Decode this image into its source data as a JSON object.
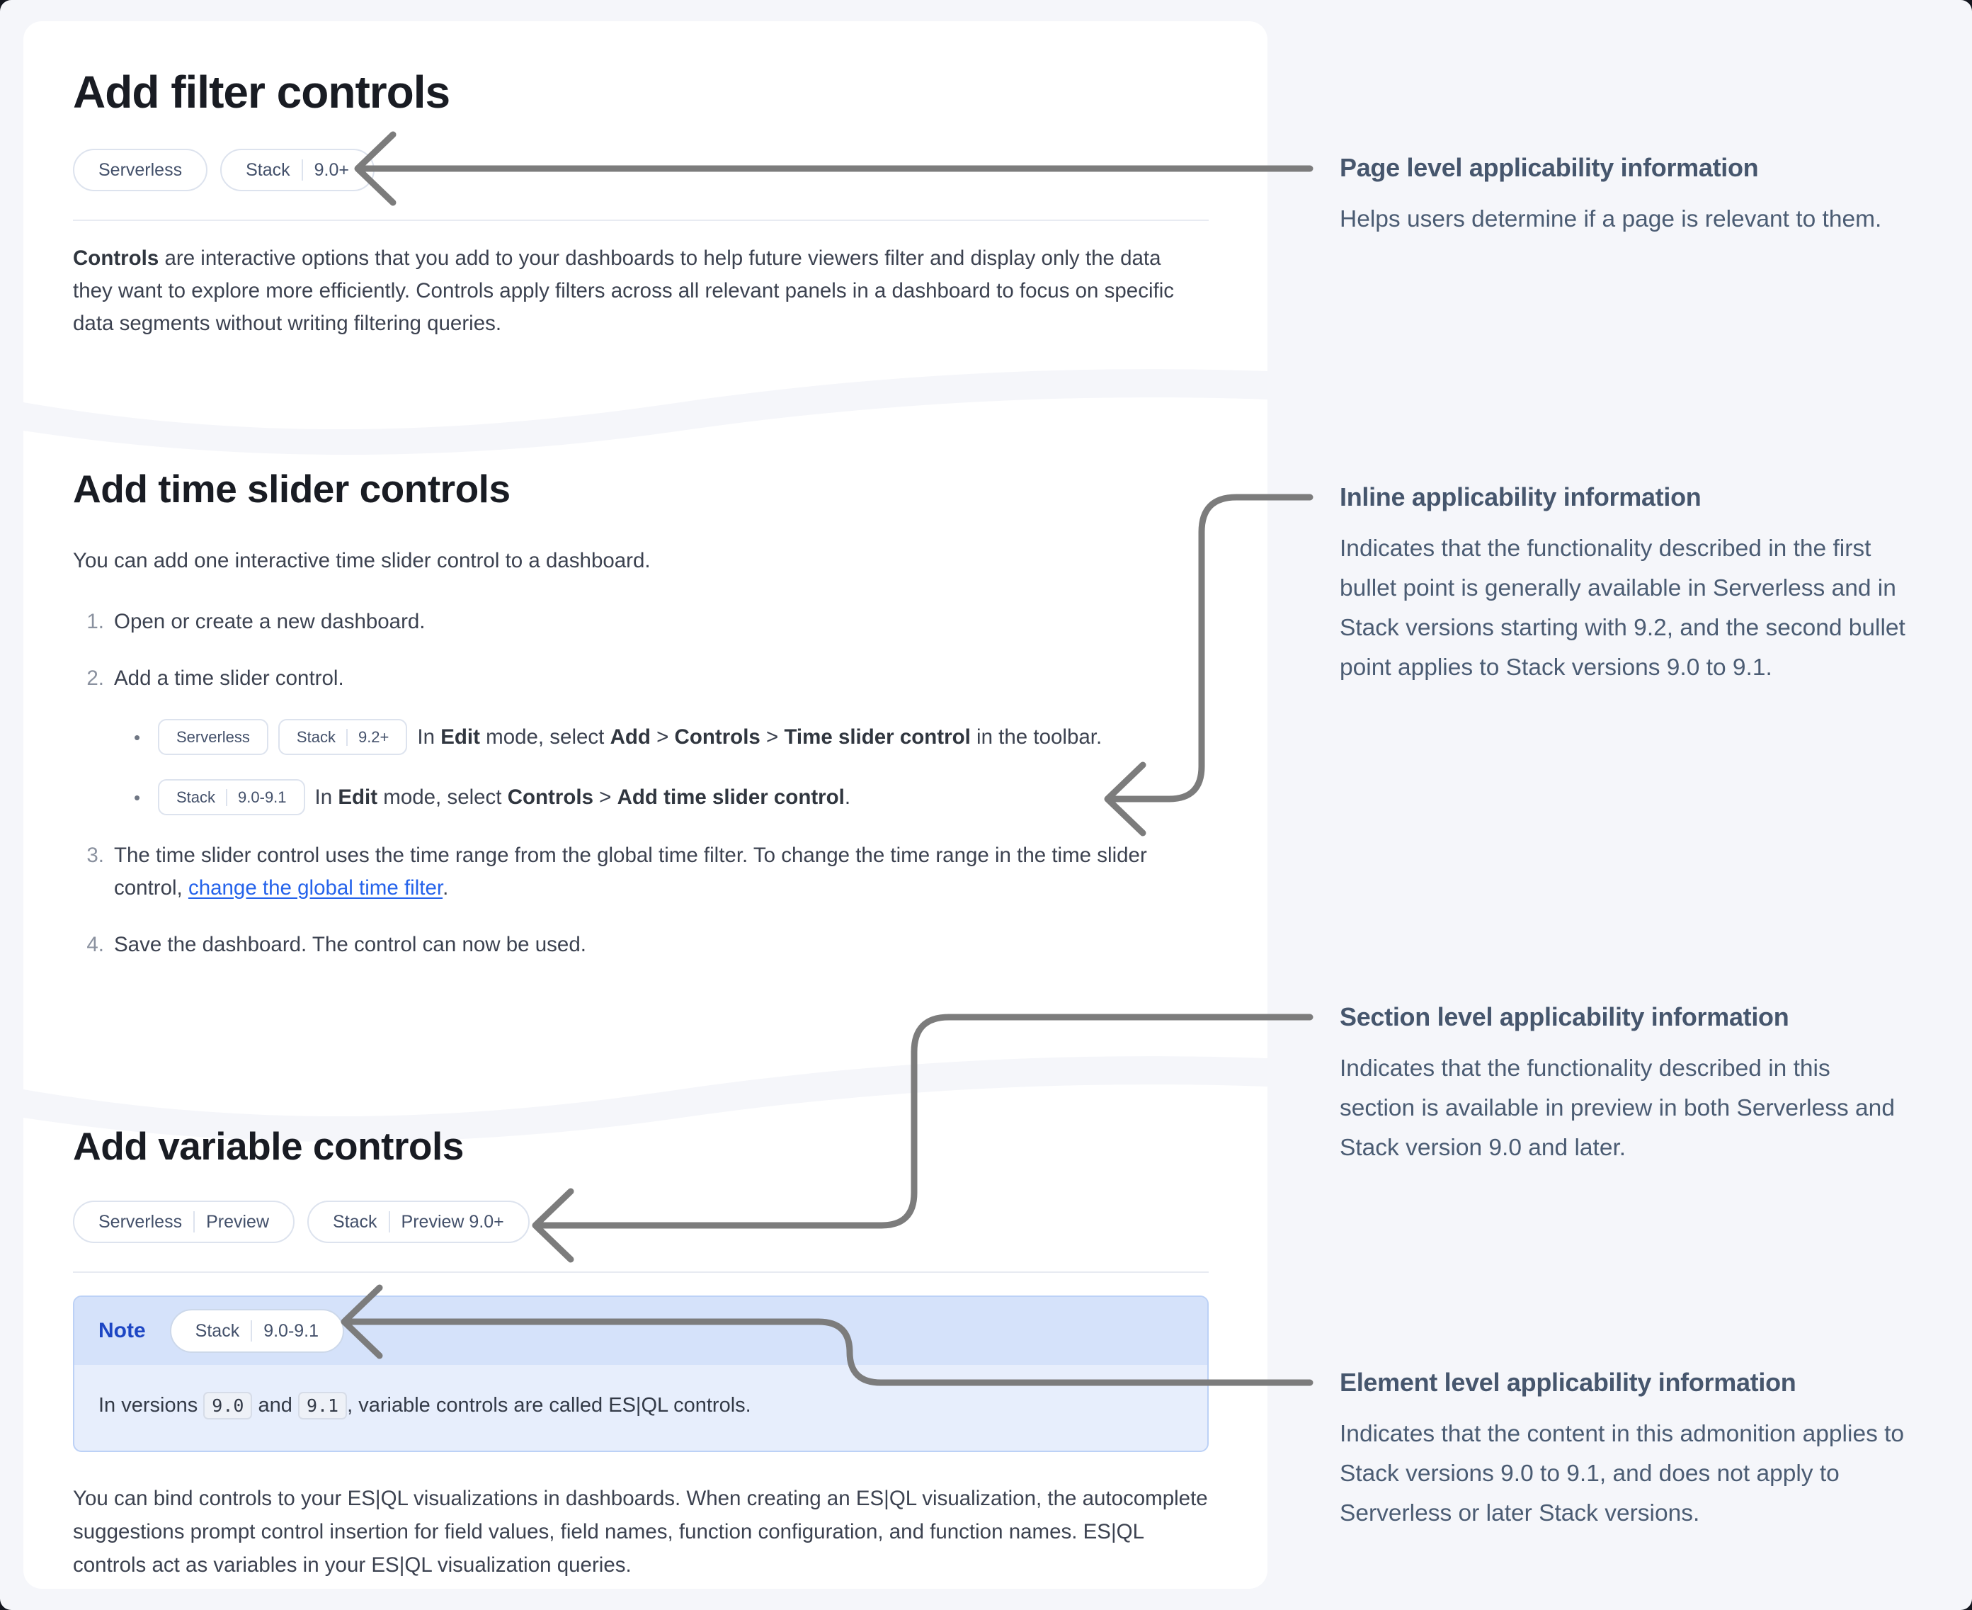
{
  "page": {
    "background": "#f5f6fa",
    "card_background": "#ffffff",
    "arrow_color": "#7c7c7c",
    "link_color": "#2563eb",
    "note_accent": "#1d46c4"
  },
  "cards": [
    {
      "title": "Add filter controls",
      "badges": [
        {
          "parts": [
            "Serverless"
          ]
        },
        {
          "parts": [
            "Stack",
            "9.0+"
          ]
        }
      ],
      "paragraph": [
        {
          "t": "Controls",
          "b": true
        },
        {
          "t": " are interactive options that you add to your dashboards to help future viewers filter and display only the data they want to explore more efficiently. Controls apply filters across all relevant panels in a dashboard to focus on specific data segments without writing filtering queries."
        }
      ]
    },
    {
      "title": "Add time slider controls",
      "intro": "You can add one interactive time slider control to a dashboard.",
      "steps": [
        {
          "num": "1.",
          "runs": [
            {
              "t": "Open or create a new dashboard."
            }
          ]
        },
        {
          "num": "2.",
          "runs": [
            {
              "t": "Add a time slider control."
            }
          ],
          "bullets": [
            {
              "badges": [
                {
                  "parts": [
                    "Serverless"
                  ]
                },
                {
                  "parts": [
                    "Stack",
                    "9.2+"
                  ]
                }
              ],
              "runs": [
                {
                  "t": "In "
                },
                {
                  "t": "Edit",
                  "b": true
                },
                {
                  "t": " mode, select "
                },
                {
                  "t": "Add",
                  "b": true
                },
                {
                  "t": " > "
                },
                {
                  "t": "Controls",
                  "b": true
                },
                {
                  "t": " > "
                },
                {
                  "t": "Time slider control",
                  "b": true
                },
                {
                  "t": " in the toolbar."
                }
              ]
            },
            {
              "badges": [
                {
                  "parts": [
                    "Stack",
                    "9.0-9.1"
                  ]
                }
              ],
              "runs": [
                {
                  "t": "In "
                },
                {
                  "t": "Edit",
                  "b": true
                },
                {
                  "t": " mode, select "
                },
                {
                  "t": "Controls",
                  "b": true
                },
                {
                  "t": " > "
                },
                {
                  "t": "Add time slider control",
                  "b": true
                },
                {
                  "t": "."
                }
              ]
            }
          ]
        },
        {
          "num": "3.",
          "runs": [
            {
              "t": "The time slider control uses the time range from the global time filter. To change the time range in the time slider control, "
            },
            {
              "t": "change the global time filter",
              "link": true
            },
            {
              "t": "."
            }
          ]
        },
        {
          "num": "4.",
          "runs": [
            {
              "t": "Save the dashboard. The control can now be used."
            }
          ]
        }
      ]
    },
    {
      "title": "Add variable controls",
      "badges": [
        {
          "parts": [
            "Serverless",
            "Preview"
          ]
        },
        {
          "parts": [
            "Stack",
            "Preview 9.0+"
          ]
        }
      ],
      "note": {
        "label": "Note",
        "badge": {
          "parts": [
            "Stack",
            "9.0-9.1"
          ]
        },
        "body": [
          {
            "t": "In versions "
          },
          {
            "t": "9.0",
            "code": true
          },
          {
            "t": " and "
          },
          {
            "t": "9.1",
            "code": true
          },
          {
            "t": ", variable controls are called ES|QL controls."
          }
        ]
      },
      "paragraph": [
        {
          "t": "You can bind controls to your ES|QL visualizations in dashboards. When creating an ES|QL visualization, the autocomplete suggestions prompt control insertion for field values, field names, function configuration, and function names. ES|QL controls act as variables in your ES|QL visualization queries."
        }
      ]
    }
  ],
  "annotations": [
    {
      "title": "Page level applicability information",
      "body": "Helps users determine if a page is relevant to them."
    },
    {
      "title": "Inline applicability information",
      "body": "Indicates that the functionality described in the first bullet point is generally available in Serverless and in Stack versions starting with 9.2, and the second bullet point applies to Stack versions 9.0 to 9.1."
    },
    {
      "title": "Section level applicability information",
      "body": "Indicates that the functionality described in this section is available in preview in both Serverless and Stack version 9.0 and later."
    },
    {
      "title": "Element level applicability information",
      "body": "Indicates that the content in this admonition applies to Stack versions 9.0 to 9.1, and does not apply to Serverless or later Stack versions."
    }
  ]
}
